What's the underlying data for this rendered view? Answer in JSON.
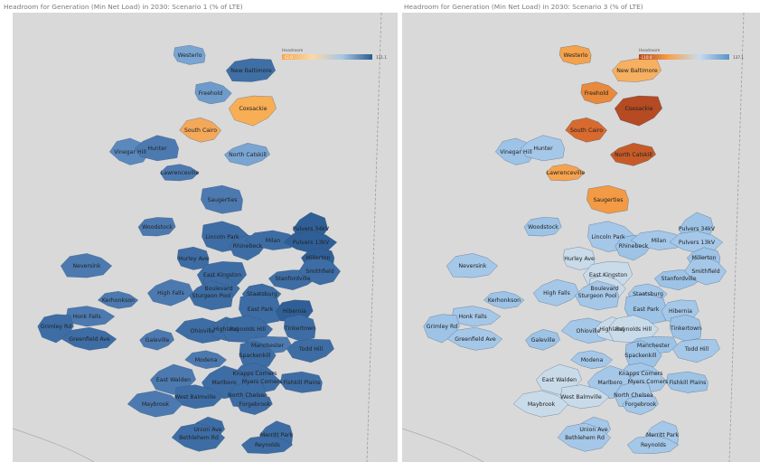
{
  "maps": [
    {
      "title": "Headroom for Generation (Min Net Load) in 2030: Scenario 1 (% of LTE)",
      "legend": {
        "title": "Headroom",
        "min_label": "-52.0",
        "max_label": "131.1",
        "colors": [
          "#f7a44a",
          "#fbd9a8",
          "#a8c6e4",
          "#2b5d8f"
        ]
      }
    },
    {
      "title": "Headroom for Generation (Min Net Load) in 2030: Scenario 3 (% of LTE)",
      "legend": {
        "title": "Headroom",
        "min_label": "-110.0",
        "max_label": "137.1",
        "colors": [
          "#b5431c",
          "#f6a24e",
          "#c8dcee",
          "#5a92c9"
        ]
      }
    }
  ],
  "regions": [
    {
      "name": "Westerlo",
      "s1": "#7aa5d2",
      "s3": "#f4a24c"
    },
    {
      "name": "New Baltimore",
      "s1": "#3f6fa5",
      "s3": "#f7b060"
    },
    {
      "name": "Freehold",
      "s1": "#6f9bcb",
      "s3": "#e8893b"
    },
    {
      "name": "Coxsackie",
      "s1": "#f7ae55",
      "s3": "#b54a23"
    },
    {
      "name": "South Cairo",
      "s1": "#f4a85a",
      "s3": "#d86a2f"
    },
    {
      "name": "North Catskill",
      "s1": "#7aa5d2",
      "s3": "#c65b27"
    },
    {
      "name": "Vinegar Hill",
      "s1": "#5b89bd",
      "s3": "#9dc3e6"
    },
    {
      "name": "Hunter",
      "s1": "#4c7ab0",
      "s3": "#a5c7e8"
    },
    {
      "name": "Lawrenceville",
      "s1": "#4c7ab0",
      "s3": "#f6a24e"
    },
    {
      "name": "Saugerties",
      "s1": "#4c7ab0",
      "s3": "#f39a45"
    },
    {
      "name": "Woodstock",
      "s1": "#4c7ab0",
      "s3": "#9dc3e6"
    },
    {
      "name": "Lincoln Park",
      "s1": "#3d6da4",
      "s3": "#a5c7e8"
    },
    {
      "name": "Rhinebeck",
      "s1": "#3d6da4",
      "s3": "#9dc3e6"
    },
    {
      "name": "Milan",
      "s1": "#3d6da4",
      "s3": "#a5c7e8"
    },
    {
      "name": "Pulvers 34kV",
      "s1": "#2f5f96",
      "s3": "#9dc3e6"
    },
    {
      "name": "Pulvers 13kV",
      "s1": "#2f5f96",
      "s3": "#a5c7e8"
    },
    {
      "name": "Millerton",
      "s1": "#2f5f96",
      "s3": "#9dc3e6"
    },
    {
      "name": "Neversink",
      "s1": "#4c7ab0",
      "s3": "#a5c7e8"
    },
    {
      "name": "Hurley Ave",
      "s1": "#3d6da4",
      "s3": "#c9dbe9"
    },
    {
      "name": "East Kingston",
      "s1": "#3d6da4",
      "s3": "#c9dbe9"
    },
    {
      "name": "Boulevard",
      "s1": "#3d6da4",
      "s3": "#c9dbe9"
    },
    {
      "name": "Stanfordville",
      "s1": "#3d6da4",
      "s3": "#9dc3e6"
    },
    {
      "name": "Smithfield",
      "s1": "#3d6da4",
      "s3": "#a5c7e8"
    },
    {
      "name": "High Falls",
      "s1": "#4c7ab0",
      "s3": "#a5c7e8"
    },
    {
      "name": "Kerhonkson",
      "s1": "#4c7ab0",
      "s3": "#9dc3e6"
    },
    {
      "name": "Sturgeon Pool",
      "s1": "#3d6da4",
      "s3": "#a5c7e8"
    },
    {
      "name": "Staatsburg",
      "s1": "#3d6da4",
      "s3": "#a5c7e8"
    },
    {
      "name": "East Park",
      "s1": "#3d6da4",
      "s3": "#9dc3e6"
    },
    {
      "name": "Hibernia",
      "s1": "#2f5f96",
      "s3": "#a5c7e8"
    },
    {
      "name": "Honk Falls",
      "s1": "#4c7ab0",
      "s3": "#a5c7e8"
    },
    {
      "name": "Grimley Rd",
      "s1": "#3d6da4",
      "s3": "#9dc3e6"
    },
    {
      "name": "Greenfield Ave",
      "s1": "#3d6da4",
      "s3": "#a5c7e8"
    },
    {
      "name": "Galeville",
      "s1": "#4c7ab0",
      "s3": "#9dc3e6"
    },
    {
      "name": "Ohioville",
      "s1": "#3d6da4",
      "s3": "#a5c7e8"
    },
    {
      "name": "Highland",
      "s1": "#3d6da4",
      "s3": "#c9dbe9"
    },
    {
      "name": "Reynolds Hill",
      "s1": "#3d6da4",
      "s3": "#c9dbe9"
    },
    {
      "name": "Tinkertown",
      "s1": "#3d6da4",
      "s3": "#9dc3e6"
    },
    {
      "name": "Manchester",
      "s1": "#4c7ab0",
      "s3": "#9dc3e6"
    },
    {
      "name": "Spackenkill",
      "s1": "#3d6da4",
      "s3": "#9dc3e6"
    },
    {
      "name": "Todd Hill",
      "s1": "#3d6da4",
      "s3": "#a5c7e8"
    },
    {
      "name": "Modena",
      "s1": "#4c7ab0",
      "s3": "#a5c7e8"
    },
    {
      "name": "East Walden",
      "s1": "#4c7ab0",
      "s3": "#c9dbe9"
    },
    {
      "name": "Knapps Corners",
      "s1": "#3d6da4",
      "s3": "#a5c7e8"
    },
    {
      "name": "Marlboro",
      "s1": "#3d6da4",
      "s3": "#a5c7e8"
    },
    {
      "name": "Myers Corners",
      "s1": "#3d6da4",
      "s3": "#a5c7e8"
    },
    {
      "name": "Fishkill Plains",
      "s1": "#3d6da4",
      "s3": "#9dc3e6"
    },
    {
      "name": "North Chelsea",
      "s1": "#3d6da4",
      "s3": "#a5c7e8"
    },
    {
      "name": "West Balmville",
      "s1": "#3d6da4",
      "s3": "#c9dbe9"
    },
    {
      "name": "Forgebrook",
      "s1": "#3d6da4",
      "s3": "#a5c7e8"
    },
    {
      "name": "Maybrook",
      "s1": "#4c7ab0",
      "s3": "#c9dbe9"
    },
    {
      "name": "Union Ave",
      "s1": "#3d6da4",
      "s3": "#a5c7e8"
    },
    {
      "name": "Bethlehem Rd",
      "s1": "#3d6da4",
      "s3": "#a5c7e8"
    },
    {
      "name": "Merritt Park",
      "s1": "#3d6da4",
      "s3": "#a5c7e8"
    },
    {
      "name": "Reynolds",
      "s1": "#3d6da4",
      "s3": "#a5c7e8"
    }
  ]
}
